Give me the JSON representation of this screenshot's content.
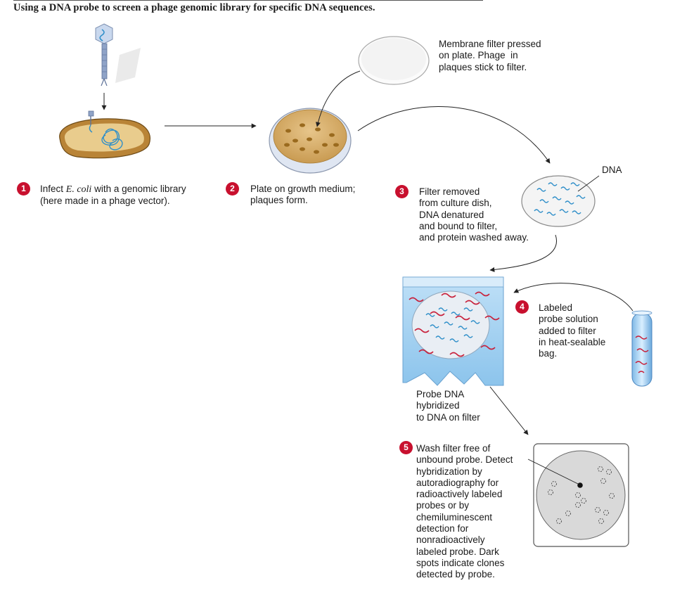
{
  "figure": {
    "title": "Using a DNA probe to screen a phage genomic library for specific DNA sequences."
  },
  "steps": [
    {
      "number": "1",
      "text_before": "Infect ",
      "italic": "E. coli",
      "text_after": " with a genomic library",
      "line2": "(here made in a phage vector)."
    },
    {
      "number": "2",
      "lines": [
        "Plate on growth medium;",
        "plaques form."
      ]
    },
    {
      "number": "3",
      "lines": [
        "Filter removed",
        "from culture dish,",
        "DNA denatured",
        "and bound to filter,",
        "and protein washed away."
      ]
    },
    {
      "number": "4",
      "lines": [
        "Labeled",
        "probe solution",
        "added to filter",
        "in heat-sealable",
        "bag."
      ]
    },
    {
      "number": "5",
      "lines": [
        "Wash filter free of",
        "unbound probe. Detect",
        "hybridization by",
        "autoradiography for",
        "radioactively labeled",
        "probes or by",
        "chemiluminescent",
        "detection for",
        "nonradioactively",
        "labeled probe. Dark",
        "spots indicate clones",
        "detected by probe."
      ]
    }
  ],
  "annotations": {
    "membrane": [
      "Membrane filter pressed",
      "on plate. Phage  in",
      "plaques stick to filter."
    ],
    "dna_label": "DNA",
    "hybridized": [
      "Probe DNA",
      "hybridized",
      "to DNA on filter"
    ]
  },
  "colors": {
    "badge": "#c8102e",
    "dna_strand": "#2f8fc9",
    "probe_strand": "#c8203a",
    "agar": "#c9a063"
  }
}
